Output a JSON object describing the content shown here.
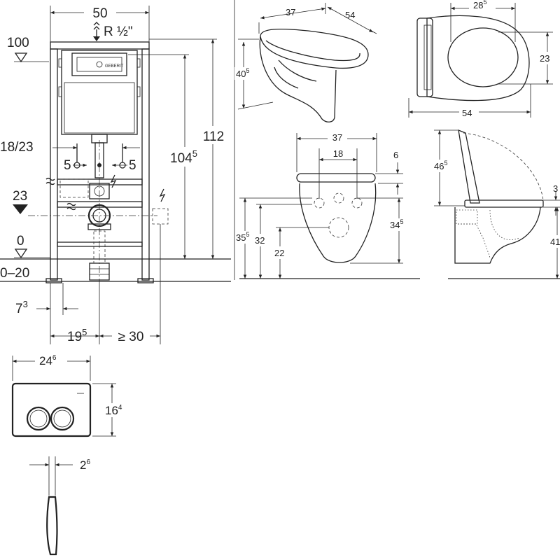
{
  "carrier": {
    "width": "50",
    "thread": "R ½\"",
    "height_total": "112",
    "height_flush": "104",
    "height_flush_sup": "5",
    "drain_spacing": "18/23",
    "offset_left": "5",
    "offset_right": "5",
    "level_100": "100",
    "level_23": "23",
    "level_0": "0",
    "level_range": "0–20",
    "depth_a": "7",
    "depth_a_sup": "3",
    "depth_b": "19",
    "depth_b_sup": "5",
    "depth_min": "≥ 30",
    "brand": "GEBERIT"
  },
  "bowl_side": {
    "depth": "37",
    "length": "54",
    "height": "40",
    "height_sup": "5"
  },
  "bowl_top": {
    "width": "28",
    "width_sup": "5",
    "inner": "23",
    "length": "54"
  },
  "bowl_front": {
    "width": "37",
    "bolt_spacing": "18",
    "rim": "6",
    "height_total": "35",
    "height_total_sup": "5",
    "height_a": "32",
    "height_b": "22",
    "height_c": "34",
    "height_c_sup": "5"
  },
  "bowl_profile": {
    "seat_height": "46",
    "seat_height_sup": "5",
    "seat_thickness": "3",
    "floor_height": "41"
  },
  "flush_plate": {
    "width": "24",
    "width_sup": "6",
    "height": "16",
    "height_sup": "4",
    "thickness": "2",
    "thickness_sup": "6"
  }
}
